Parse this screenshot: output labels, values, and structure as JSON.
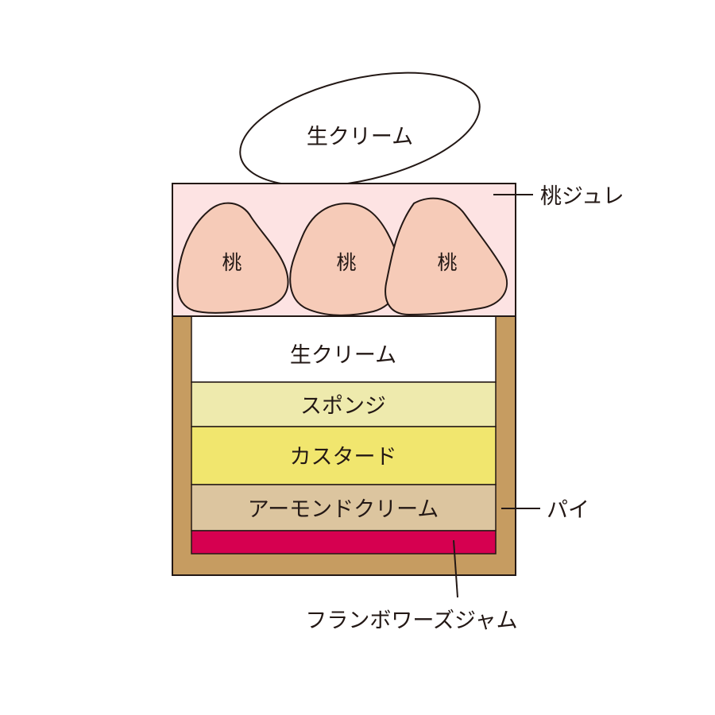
{
  "layers": {
    "top_cream": "生クリーム",
    "peach_jelly": "桃ジュレ",
    "peach": "桃",
    "cream": "生クリーム",
    "sponge": "スポンジ",
    "custard": "カスタード",
    "almond_cream": "アーモンドクリーム",
    "pie": "パイ",
    "framboise_jam": "フランボワーズジャム"
  },
  "colors": {
    "outline": "#231815",
    "jelly": "#fde3e3",
    "peach": "#f6cbb8",
    "cream": "#ffffff",
    "sponge": "#eeeaad",
    "custard": "#f1e66e",
    "almond": "#dcc59f",
    "pie": "#c69c61",
    "jam": "#d60050"
  }
}
